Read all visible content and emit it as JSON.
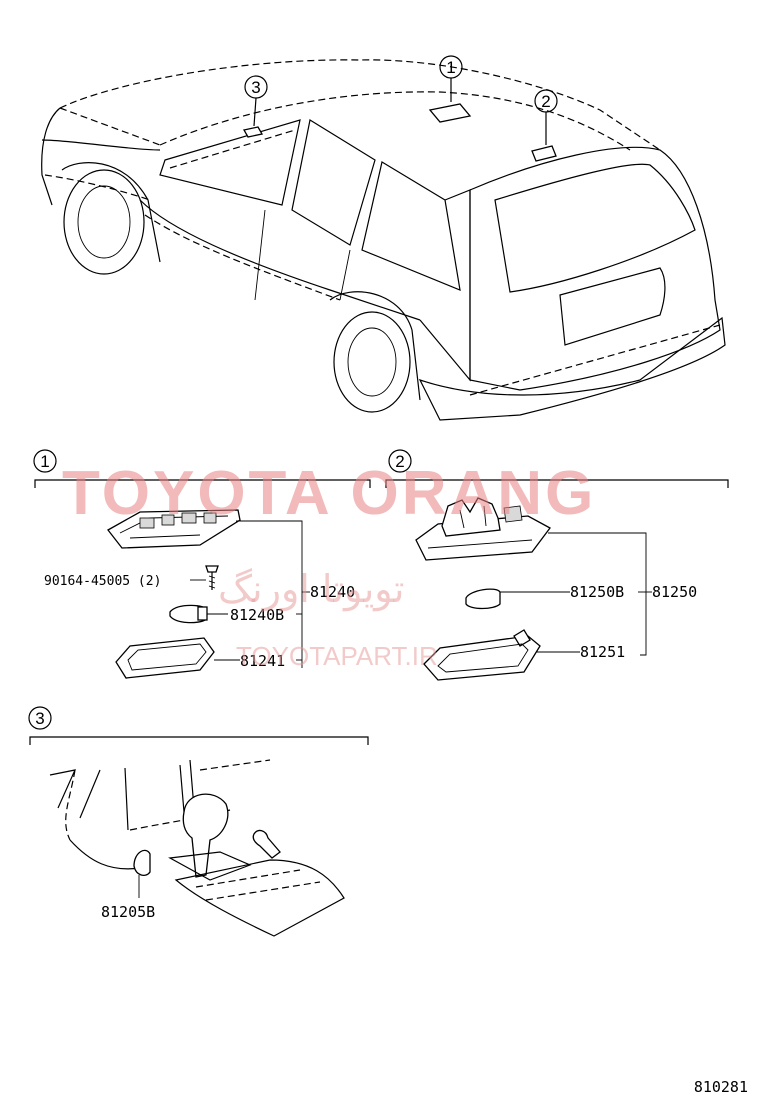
{
  "callouts": {
    "one": "1",
    "two": "2",
    "three": "3"
  },
  "section_headers": {
    "one": "1",
    "two": "2",
    "three": "3"
  },
  "parts": {
    "s1_assembly": "81240",
    "s1_screw": "90164-45005 (2)",
    "s1_bulb": "81240B",
    "s1_lens": "81241",
    "s2_assembly": "81250",
    "s2_bulb": "81250B",
    "s2_lens": "81251",
    "s3_bulb": "81205B"
  },
  "figure_number": "810281",
  "watermark": {
    "brand": "TOYOTA ORANG",
    "persian": "تویوتا اورنگ",
    "url": "TOYOTAPART.IR"
  }
}
